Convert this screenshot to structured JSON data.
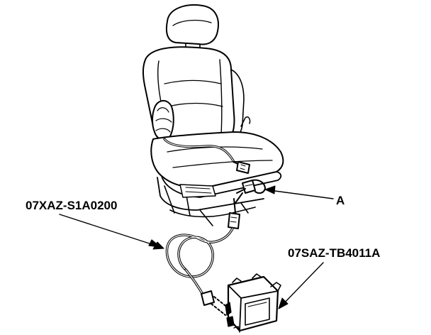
{
  "labels": {
    "harness_part": "07XAZ-S1A0200",
    "tester_part": "07SAZ-TB4011A",
    "connector_callout": "A"
  },
  "colors": {
    "line": "#000000",
    "fill": "#ffffff"
  }
}
